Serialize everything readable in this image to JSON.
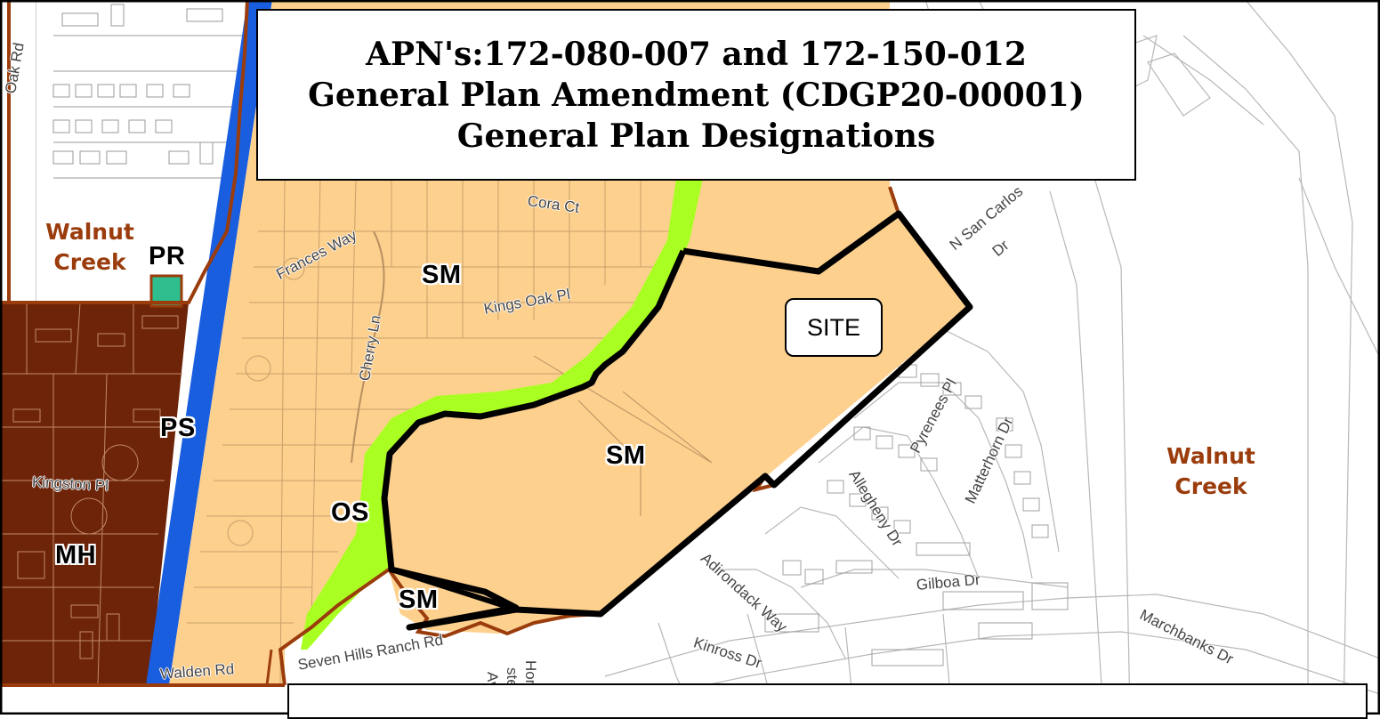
{
  "title": {
    "line1": "APN's:172-080-007 and 172-150-012",
    "line2": "General Plan Amendment (CDGP20-00001)",
    "line3": "General Plan Designations"
  },
  "designations": {
    "sm_north": "SM",
    "sm_center": "SM",
    "sm_south": "SM",
    "os": "OS",
    "ps": "PS",
    "pr": "PR",
    "mh": "MH"
  },
  "site_label": "SITE",
  "cities": {
    "west_line1": "Walnut",
    "west_line2": "Creek",
    "east_line1": "Walnut",
    "east_line2": "Creek"
  },
  "streets": {
    "oak_rd": "Oak Rd",
    "cora_ct": "Cora Ct",
    "frances_way": "Frances Way",
    "kings_oak_pl": "Kings Oak Pl",
    "cherry_ln": "Cherry Ln",
    "n_san_carlos_1": "N San Carlos",
    "n_san_carlos_2": "Dr",
    "kingston_pl": "Kingston Pl",
    "pyrenees_pl": "Pyrenees Pl",
    "matterhorn_dr": "Matterhorn Dr",
    "allegheny_dr": "Allegheny Dr",
    "adirondack_way": "Adirondack Way",
    "gilboa_dr": "Gilboa Dr",
    "marchbanks_dr": "Marchbanks Dr",
    "kinross_dr": "Kinross Dr",
    "walden_rd": "Walden Rd",
    "seven_hills_ranch_rd": "Seven Hills Ranch Rd",
    "homestead_1": "Home-",
    "homestead_2": "stead",
    "homestead_3": "Ave"
  },
  "colors": {
    "sm": "#fdd08e",
    "os": "#aaff22",
    "ps": "#1a5ee0",
    "mh": "#6e2409",
    "pr": "#2fbf8e",
    "boundary": "#9a3c0c",
    "site_outline": "#000000"
  }
}
